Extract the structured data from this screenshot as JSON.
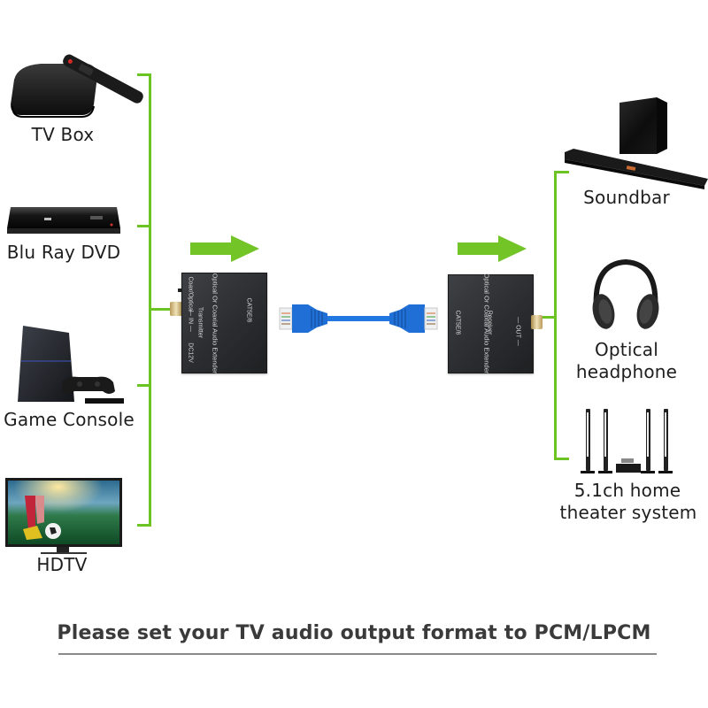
{
  "sources": [
    {
      "id": "tv-box",
      "label": "TV Box",
      "icon": "tv-box-icon"
    },
    {
      "id": "blu-ray",
      "label": "Blu Ray DVD",
      "icon": "blu-ray-player-icon"
    },
    {
      "id": "game-console",
      "label": "Game Console",
      "icon": "game-console-icon"
    },
    {
      "id": "hdtv",
      "label": "HDTV",
      "icon": "hdtv-icon"
    }
  ],
  "transmitter": {
    "title": "Optical Or Coaxial Audio Extender",
    "subtitle": "Transmitter",
    "port_input": "Coax/Optical",
    "port_in": "IN",
    "port_power": "DC12V",
    "port_cat": "CAT5E/6"
  },
  "receiver": {
    "title": "Optical Or Coaxial Audio Extender",
    "subtitle": "Receiver",
    "port_cat": "CAT5E/6",
    "port_out": "OUT"
  },
  "outputs": [
    {
      "id": "soundbar",
      "label": "Soundbar",
      "icon": "soundbar-icon"
    },
    {
      "id": "headphone",
      "label_line1": "Optical",
      "label_line2": "headphone",
      "icon": "headphone-icon"
    },
    {
      "id": "home-theater",
      "label_line1": "5.1ch home",
      "label_line2": "theater system",
      "icon": "home-theater-icon"
    }
  ],
  "footer": {
    "note": "Please set your TV audio output format to PCM/LPCM"
  },
  "colors": {
    "accent_green": "#6cc324",
    "cable_blue": "#1f6fd6",
    "device_dark": "#2b2d30"
  }
}
